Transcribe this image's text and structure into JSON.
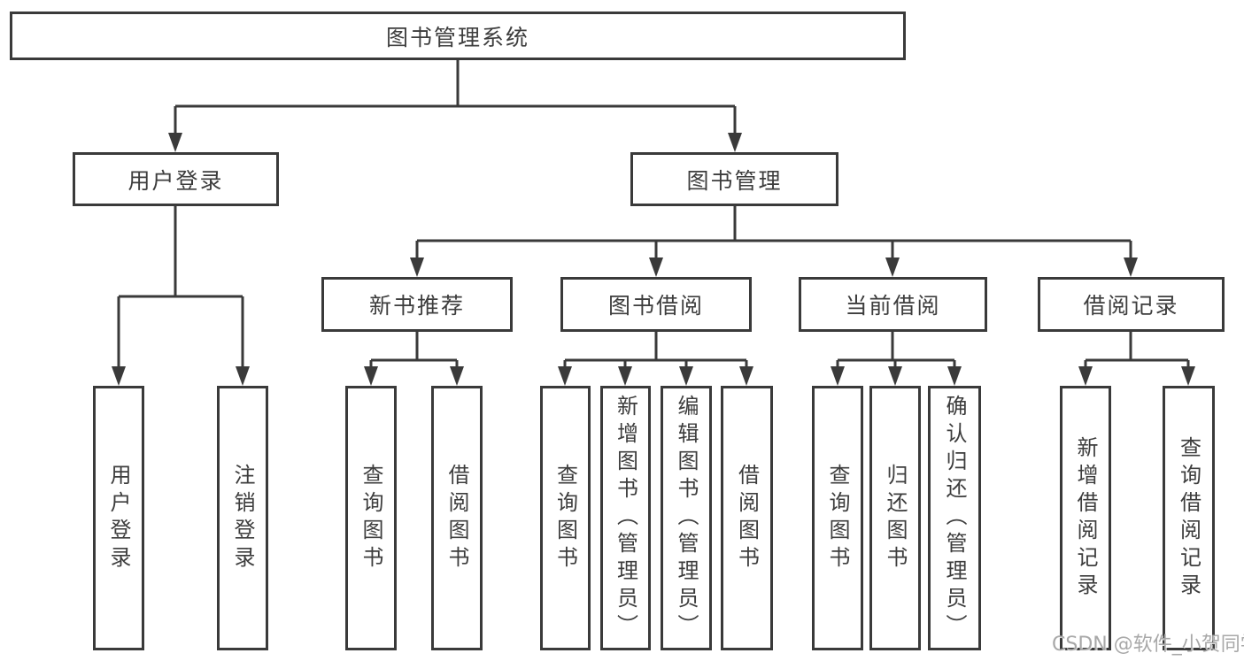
{
  "diagram": {
    "root": {
      "label": "图书管理系统"
    },
    "branches": [
      {
        "label": "用户登录",
        "children": [
          {
            "label": "用户登录"
          },
          {
            "label": "注销登录"
          }
        ]
      },
      {
        "label": "图书管理",
        "children": [
          {
            "label": "新书推荐",
            "children": [
              {
                "label": "查询图书"
              },
              {
                "label": "借阅图书"
              }
            ]
          },
          {
            "label": "图书借阅",
            "children": [
              {
                "label": "查询图书"
              },
              {
                "label": "新增图书（管理员）"
              },
              {
                "label": "编辑图书（管理员）"
              },
              {
                "label": "借阅图书"
              }
            ]
          },
          {
            "label": "当前借阅",
            "children": [
              {
                "label": "查询图书"
              },
              {
                "label": "归还图书"
              },
              {
                "label": "确认归还（管理员）"
              }
            ]
          },
          {
            "label": "借阅记录",
            "children": [
              {
                "label": "新增借阅记录"
              },
              {
                "label": "查询借阅记录"
              }
            ]
          }
        ]
      }
    ]
  },
  "watermark": {
    "text": "CSDN @软件_小贺同学"
  },
  "colors": {
    "line": "#3a3a3a",
    "text": "#3d3d3d",
    "watermark": "#a8a8a8",
    "background": "#ffffff"
  }
}
